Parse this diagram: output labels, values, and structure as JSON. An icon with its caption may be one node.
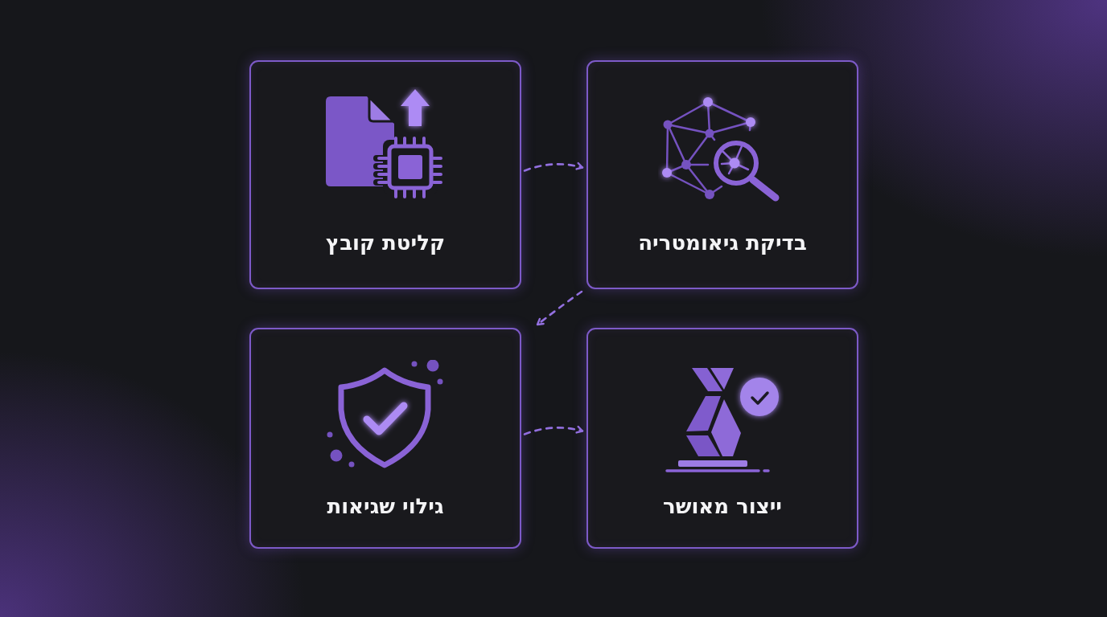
{
  "diagram": {
    "nodes": [
      {
        "text": [
          "קליטת קובץ"
        ]
      },
      {
        "text": [
          "בדיקת גיאומטריה"
        ]
      },
      {
        "text": [
          "גילוי שגיאות"
        ]
      },
      {
        "text": [
          "ייצור מאושר"
        ]
      }
    ],
    "edges": [
      {
        "from": 0,
        "to": 1,
        "arrow": "to",
        "style": "dashed"
      },
      {
        "from": 1,
        "to": 2,
        "arrow": "to",
        "style": "dashed"
      },
      {
        "from": 2,
        "to": 3,
        "arrow": "to",
        "style": "dashed"
      }
    ]
  }
}
